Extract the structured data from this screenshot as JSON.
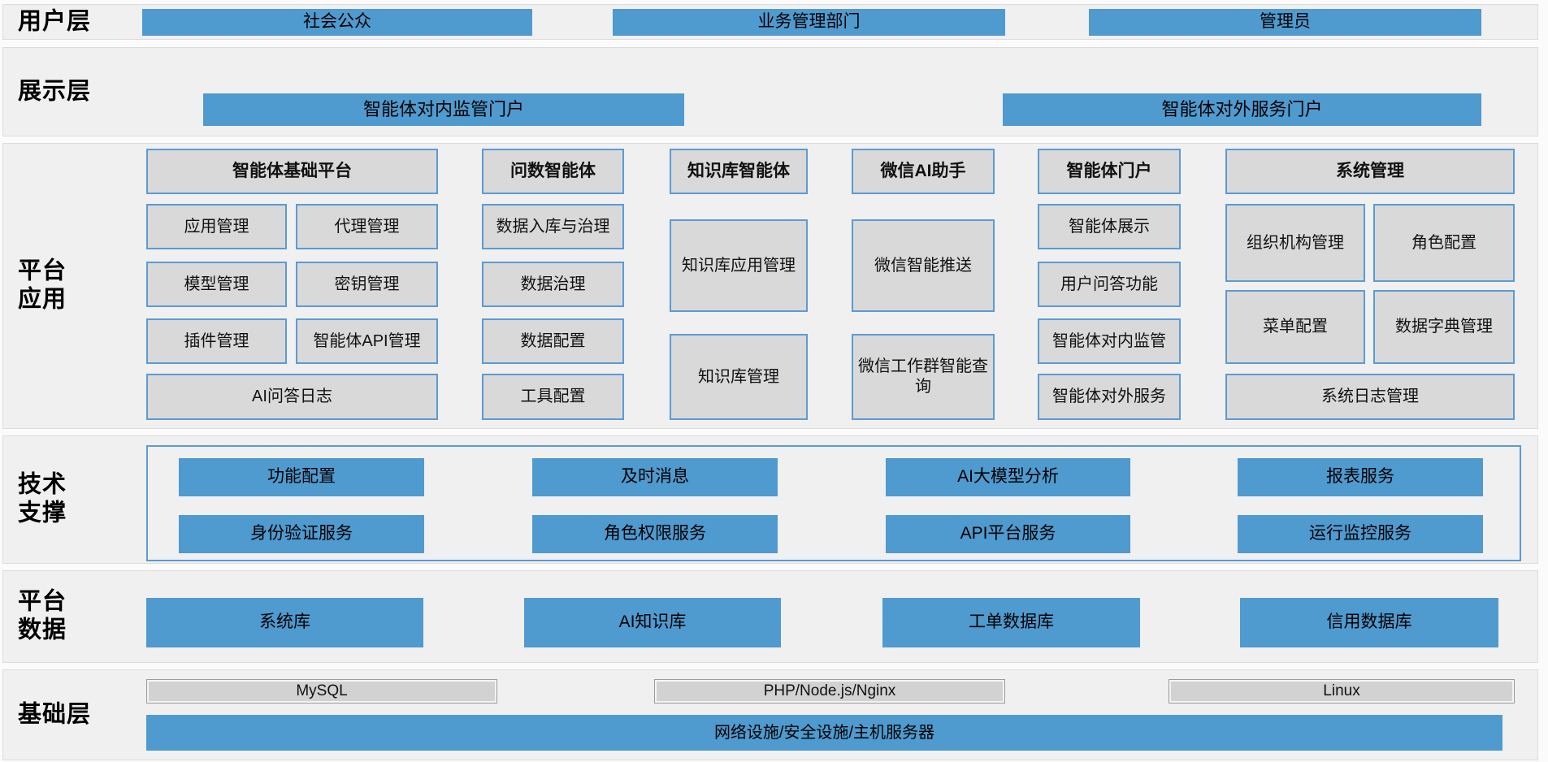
{
  "colors": {
    "accent_blue": "#4f9acf",
    "box_gray": "#d9d9d9",
    "box_border_blue": "#5b9bd5",
    "band_background": "#f0f0f0"
  },
  "layers": {
    "user": {
      "label": "用户层",
      "boxes": [
        "社会公众",
        "业务管理部门",
        "管理员"
      ]
    },
    "display": {
      "label": "展示层",
      "boxes": [
        "智能体对内监管门户",
        "智能体对外服务门户"
      ]
    },
    "platform_app": {
      "label": "平台\n应用",
      "groups": [
        {
          "title": "智能体基础平台",
          "items": [
            "应用管理",
            "代理管理",
            "模型管理",
            "密钥管理",
            "插件管理",
            "智能体API管理",
            "AI问答日志"
          ]
        },
        {
          "title": "问数智能体",
          "items": [
            "数据入库与治理",
            "数据治理",
            "数据配置",
            "工具配置"
          ]
        },
        {
          "title": "知识库智能体",
          "items": [
            "知识库应用管理",
            "知识库管理"
          ]
        },
        {
          "title": "微信AI助手",
          "items": [
            "微信智能推送",
            "微信工作群智能查询"
          ]
        },
        {
          "title": "智能体门户",
          "items": [
            "智能体展示",
            "用户问答功能",
            "智能体对内监管",
            "智能体对外服务"
          ]
        },
        {
          "title": "系统管理",
          "items": [
            "组织机构管理",
            "角色配置",
            "菜单配置",
            "数据字典管理",
            "系统日志管理"
          ]
        }
      ]
    },
    "tech_support": {
      "label": "技术\n支撑",
      "boxes": [
        "功能配置",
        "及时消息",
        "AI大模型分析",
        "报表服务",
        "身份验证服务",
        "角色权限服务",
        "API平台服务",
        "运行监控服务"
      ]
    },
    "platform_data": {
      "label": "平台\n数据",
      "boxes": [
        "系统库",
        "AI知识库",
        "工单数据库",
        "信用数据库"
      ]
    },
    "infrastructure": {
      "label": "基础层",
      "boxes": [
        "MySQL",
        "PHP/Node.js/Nginx",
        "Linux"
      ],
      "bar": "网络设施/安全设施/主机服务器"
    }
  }
}
